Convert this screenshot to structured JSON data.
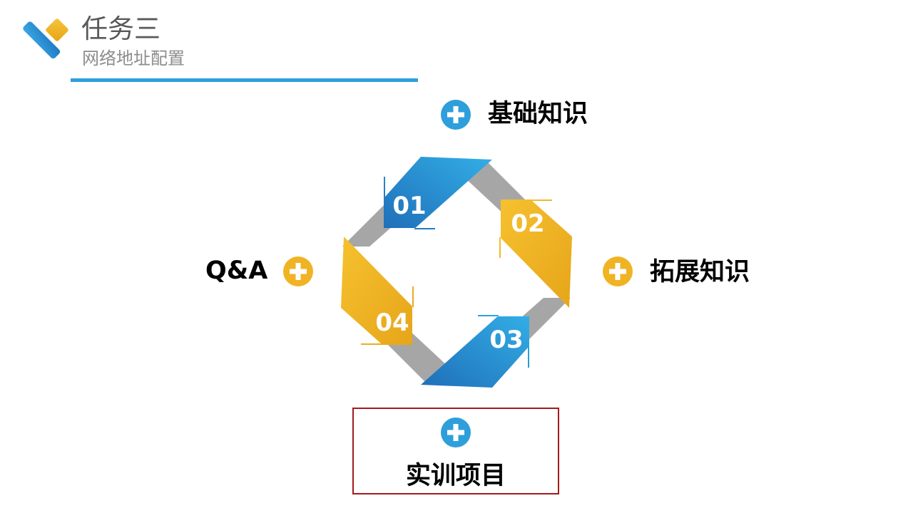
{
  "header": {
    "title": "任务三",
    "subtitle": "网络地址配置"
  },
  "cycle": {
    "steps": [
      {
        "number": "01",
        "color": "blue"
      },
      {
        "number": "02",
        "color": "yellow"
      },
      {
        "number": "03",
        "color": "blue"
      },
      {
        "number": "04",
        "color": "yellow"
      }
    ]
  },
  "menu": {
    "top": {
      "label": "基础知识",
      "icon": "plus-circle-icon",
      "color": "#2e9fdb"
    },
    "right": {
      "label": "拓展知识",
      "icon": "plus-circle-icon",
      "color": "#f0b323"
    },
    "bottom": {
      "label": "实训项目",
      "icon": "plus-circle-icon",
      "color": "#2e9fdb"
    },
    "left": {
      "label": "Q&A",
      "icon": "plus-circle-icon",
      "color": "#f0b323"
    }
  },
  "colors": {
    "blue": "#2e9fdb",
    "yellow": "#f0b323",
    "gray": "#a6a6a6",
    "selection_border": "#a11c1c"
  }
}
